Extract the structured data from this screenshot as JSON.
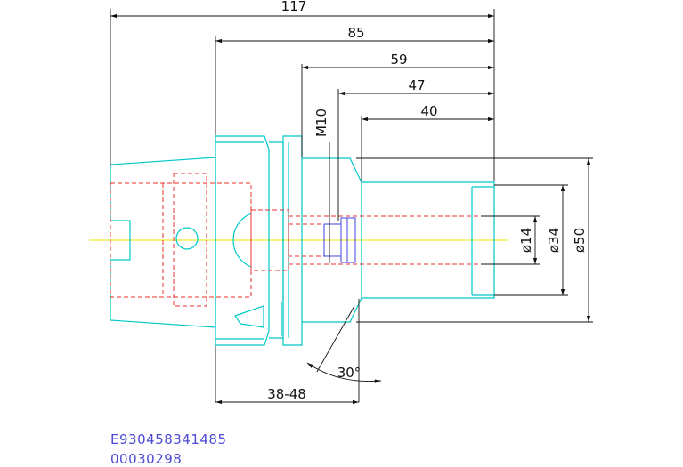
{
  "drawing": {
    "dimensions": {
      "overall_length": "117",
      "flange_to_tip": "85",
      "thread_to_tip": "59",
      "d47": "47",
      "d40": "40",
      "thread": "M10",
      "adjust_range": "38-48",
      "angle": "30°",
      "dia_14": "ø14",
      "dia_34": "ø34",
      "dia_50": "ø50"
    },
    "codes": {
      "part_number": "E930458341485",
      "order_number": "00030298"
    },
    "colors": {
      "outline": "#00c8c8",
      "hidden": "#e83030",
      "centerline": "#e6e600",
      "dimension": "#111111",
      "screw": "#4040e0",
      "code_text": "#4b4bd6"
    }
  }
}
